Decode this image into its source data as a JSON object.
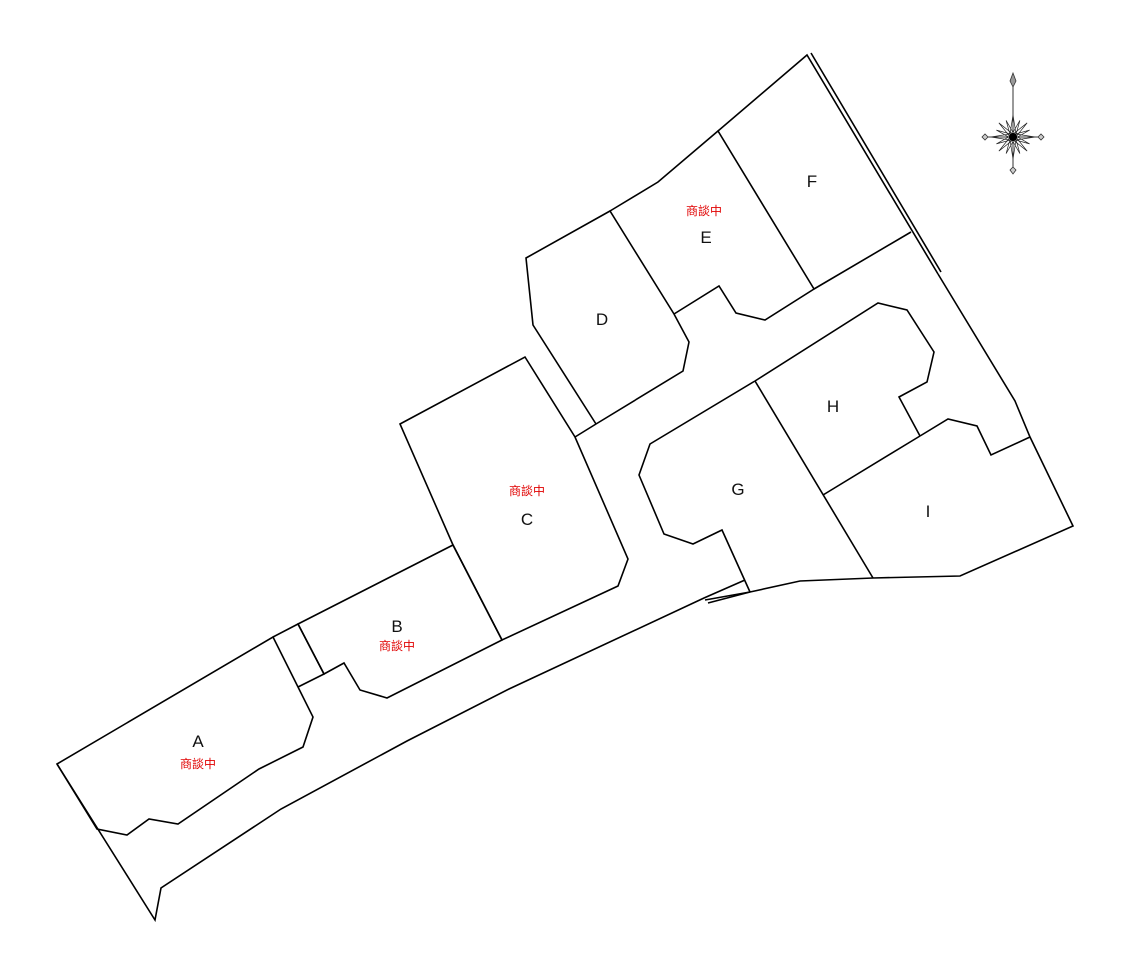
{
  "lots": [
    {
      "id": "A",
      "status": "商談中"
    },
    {
      "id": "B",
      "status": "商談中"
    },
    {
      "id": "C",
      "status": "商談中"
    },
    {
      "id": "D",
      "status": ""
    },
    {
      "id": "E",
      "status": "商談中"
    },
    {
      "id": "F",
      "status": ""
    },
    {
      "id": "G",
      "status": ""
    },
    {
      "id": "H",
      "status": ""
    },
    {
      "id": "I",
      "status": ""
    }
  ],
  "colors": {
    "status": "#e00000",
    "lines": "#000000"
  },
  "compass": {
    "icon": "compass-rose-icon",
    "direction": "north-up"
  }
}
